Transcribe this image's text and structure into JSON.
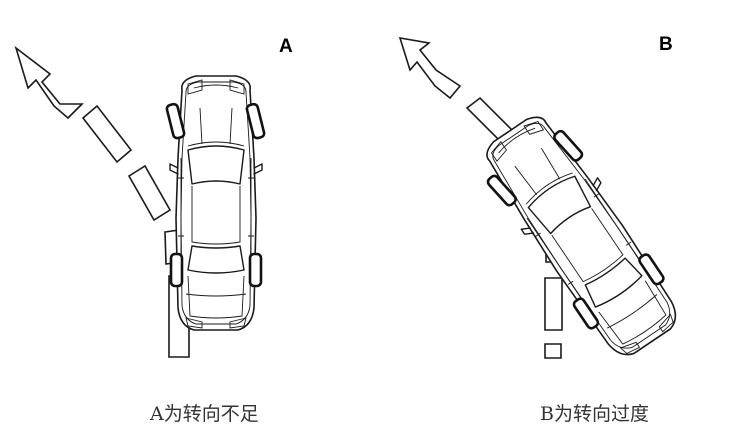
{
  "panels": [
    {
      "id": "A",
      "letter": "A",
      "caption": "A为转向不足"
    },
    {
      "id": "B",
      "letter": "B",
      "caption": "B为转向过度"
    }
  ]
}
